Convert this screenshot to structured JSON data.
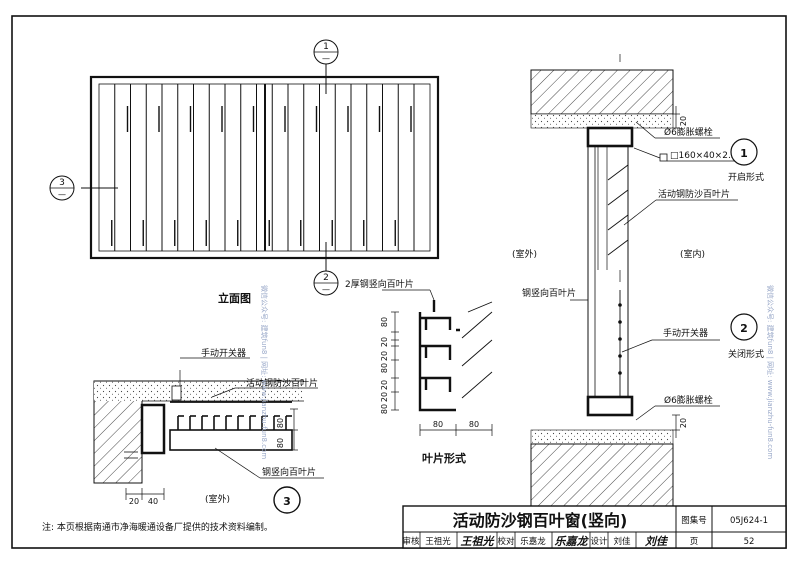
{
  "elevation": {
    "title": "立面图",
    "markers": [
      {
        "num": "1",
        "sub": "—"
      },
      {
        "num": "2",
        "sub": "—"
      },
      {
        "num": "3",
        "sub": "—"
      }
    ]
  },
  "plan": {
    "labels": {
      "switch": "手动开关器",
      "louver": "活动钢防沙百叶片",
      "vertical": "钢竖向百叶片",
      "outside": "(室外)"
    },
    "dims": {
      "d1": "80",
      "d2": "80",
      "w1": "20",
      "w2": "40"
    },
    "marker": "3"
  },
  "blade": {
    "title": "叶片形式",
    "label": "2厚钢竖向百叶片",
    "dims": {
      "v": [
        "80",
        "20",
        "20",
        "80",
        "20",
        "20",
        "80"
      ],
      "h1": "80",
      "h2": "80"
    }
  },
  "section": {
    "labels": {
      "bolt_top": "Ø6膨胀螺栓",
      "tube": "□160×40×2.5",
      "louver": "活动钢防沙百叶片",
      "outside": "(室外)",
      "inside": "(室内)",
      "vertical": "钢竖向百叶片",
      "switch": "手动开关器",
      "bolt_bottom": "Ø6膨胀螺栓"
    },
    "dims": {
      "top": "20",
      "bottom": "20"
    },
    "states": [
      {
        "num": "1",
        "label": "开启形式"
      },
      {
        "num": "2",
        "label": "关闭形式"
      }
    ]
  },
  "note": "注: 本页根据南通市净海暖通设备厂提供的技术资料编制。",
  "titleblock": {
    "title": "活动防沙钢百叶窗(竖向)",
    "atlas_label": "图集号",
    "atlas_no": "05J624-1",
    "page_label": "页",
    "page_no": "52",
    "roles": {
      "review": "审核",
      "reviewer": "王祖光",
      "check": "校对",
      "checker": "乐嘉龙",
      "design": "设计",
      "designer": "刘佳"
    }
  },
  "watermark": "微信公众号: 建筑fun8 | 网址: www.jianzhu-fun8.com"
}
